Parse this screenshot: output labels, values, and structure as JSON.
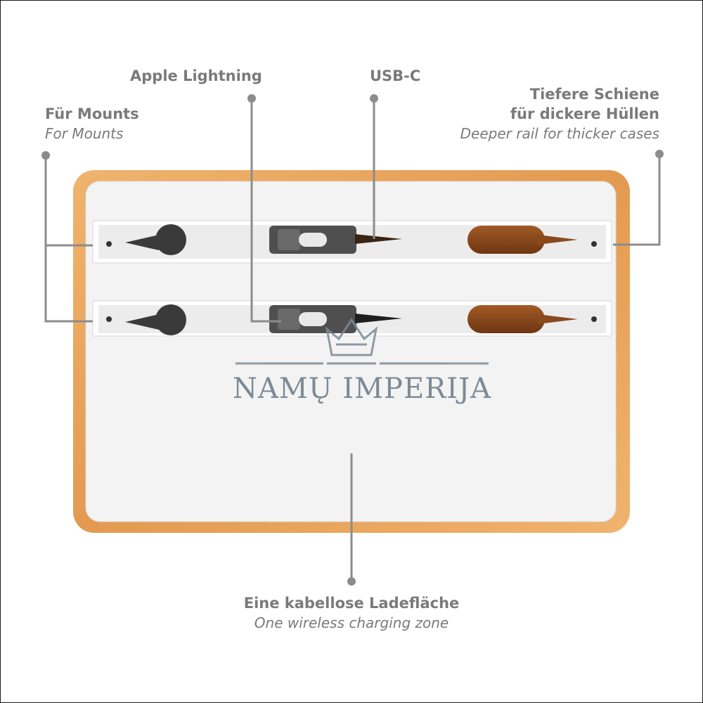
{
  "callouts": {
    "mounts": {
      "de": "Für Mounts",
      "en": "For Mounts"
    },
    "lightning": {
      "de": "Apple Lightning"
    },
    "usbc": {
      "de": "USB-C"
    },
    "rail": {
      "de_line1": "Tiefere Schiene",
      "de_line2": "für dickere Hüllen",
      "en": "Deeper rail for thicker cases"
    },
    "wireless": {
      "de": "Eine kabellose Ladefläche",
      "en": "One wireless charging zone"
    }
  },
  "watermark": {
    "brand": "NAMŲ IMPERIJA"
  },
  "colors": {
    "wood": "#e7a25c",
    "tray": "#f2f2f2",
    "rail": "#e9e9e9",
    "callout_line": "#8c8c8c",
    "connector": "#555555",
    "walnut": "#8a4a1e",
    "watermark": "#7c8a96"
  }
}
